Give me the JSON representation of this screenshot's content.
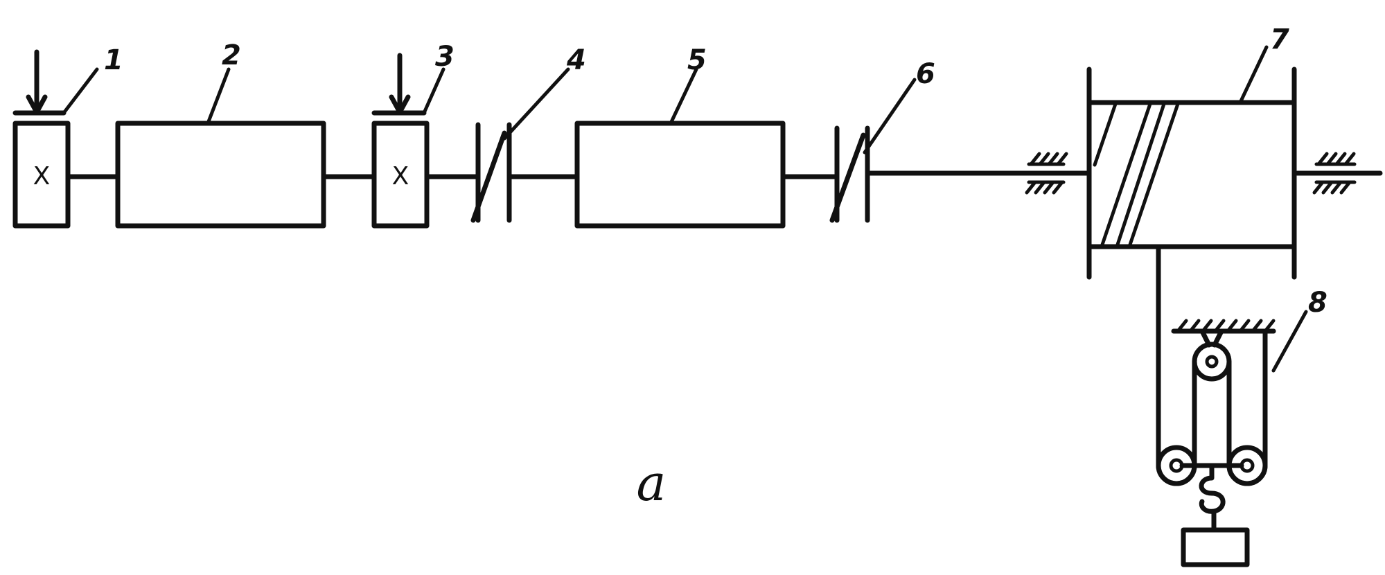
{
  "diagram": {
    "callouts": {
      "c1": "1",
      "c2": "2",
      "c3": "3",
      "c4": "4",
      "c5": "5",
      "c6": "6",
      "c7": "7",
      "c8": "8"
    },
    "brake_marks": {
      "brake1": "X",
      "brake3": "X"
    },
    "caption": "a"
  }
}
